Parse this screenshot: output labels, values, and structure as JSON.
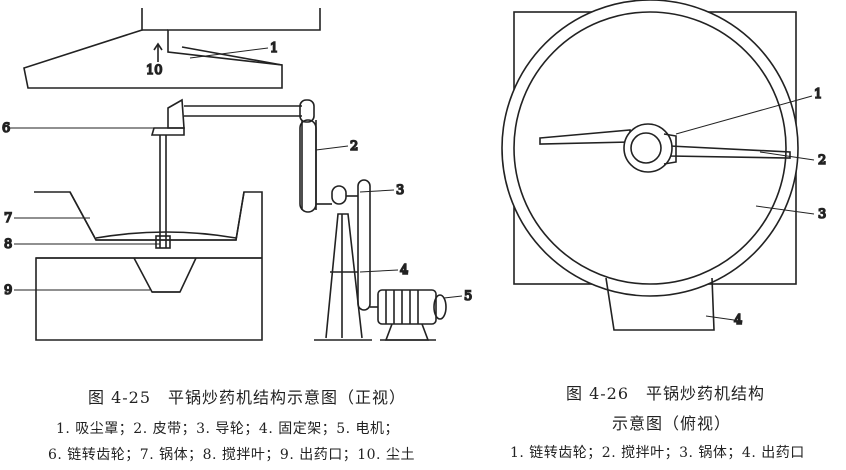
{
  "figure_left": {
    "caption": "图 4-25　平锅炒药机结构示意图（正视）",
    "legend_line1": "1. 吸尘罩；2. 皮带；3. 导轮；4. 固定架；5. 电机；",
    "legend_line2": "6. 链转齿轮；7. 锅体；8. 搅拌叶；9. 出药口；10. 尘土",
    "labels": {
      "n1": "1",
      "n2": "2",
      "n3": "3",
      "n4": "4",
      "n5": "5",
      "n6": "6",
      "n7": "7",
      "n8": "8",
      "n9": "9",
      "n10": "10"
    }
  },
  "figure_right": {
    "caption_line1": "图 4-26　平锅炒药机结构",
    "caption_line2": "示意图（俯视）",
    "legend_line1": "1. 链转齿轮；2. 搅拌叶；3. 锅体；4. 出药口",
    "labels": {
      "n1": "1",
      "n2": "2",
      "n3": "3",
      "n4": "4"
    }
  }
}
